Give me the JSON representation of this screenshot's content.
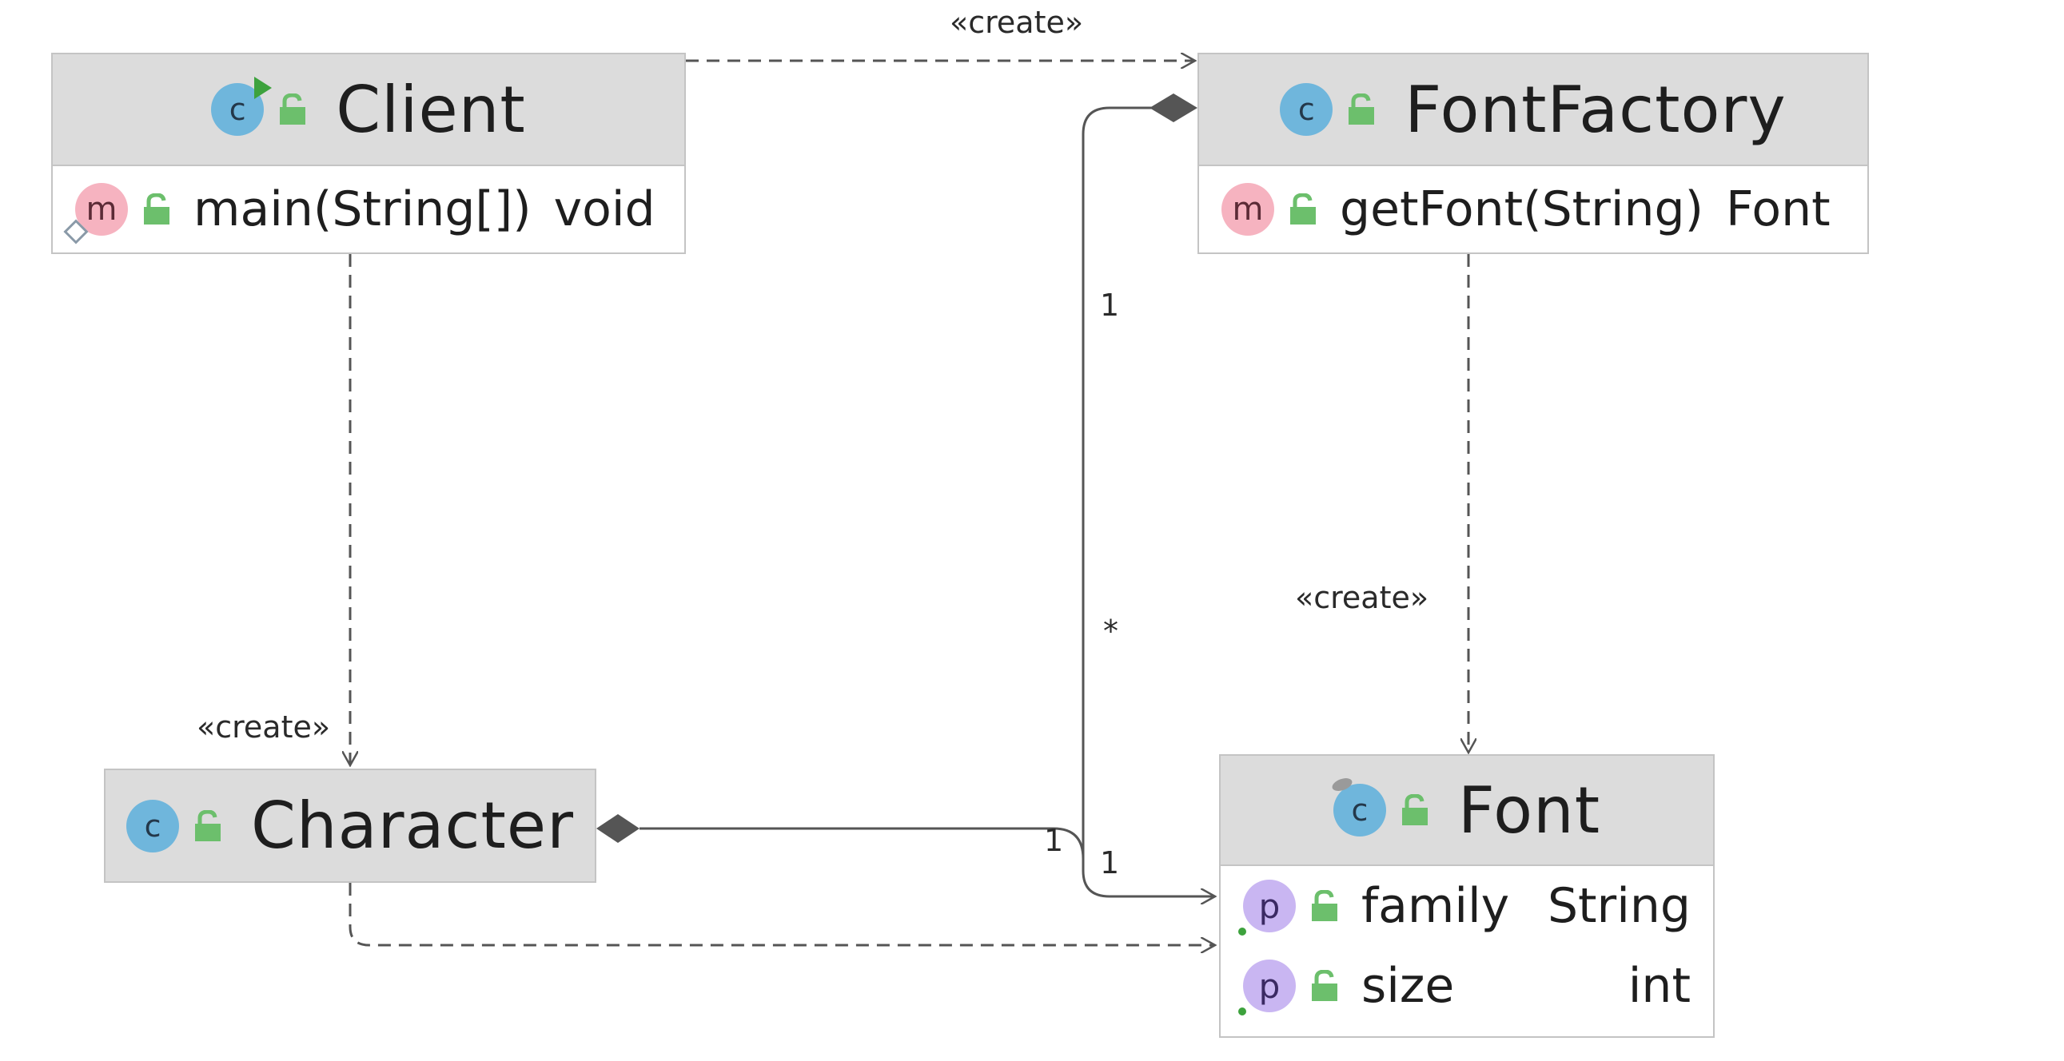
{
  "classes": {
    "client": {
      "name": "Client",
      "icon": "class-runnable-icon",
      "members": [
        {
          "kind": "method",
          "icon": "method-static-icon",
          "name": "main(String[])",
          "type": "void"
        }
      ]
    },
    "font_factory": {
      "name": "FontFactory",
      "icon": "class-icon",
      "members": [
        {
          "kind": "method",
          "icon": "method-icon",
          "name": "getFont(String)",
          "type": "Font"
        }
      ]
    },
    "character": {
      "name": "Character",
      "icon": "class-icon",
      "members": []
    },
    "font": {
      "name": "Font",
      "icon": "class-abstract-icon",
      "members": [
        {
          "kind": "property",
          "icon": "property-icon",
          "name": "family",
          "type": "String"
        },
        {
          "kind": "property",
          "icon": "property-icon",
          "name": "size",
          "type": "int"
        }
      ]
    }
  },
  "icon_letters": {
    "class": "c",
    "method": "m",
    "property": "p"
  },
  "relations": [
    {
      "from": "Client",
      "to": "FontFactory",
      "kind": "dependency",
      "label": "«create»"
    },
    {
      "from": "Client",
      "to": "Character",
      "kind": "dependency",
      "label": "«create»"
    },
    {
      "from": "FontFactory",
      "to": "Font",
      "kind": "dependency",
      "label": "«create»"
    },
    {
      "from": "Character",
      "to": "Font",
      "kind": "dependency",
      "label": ""
    },
    {
      "from": "FontFactory",
      "to": "Font",
      "kind": "composition",
      "source_multiplicity": "1",
      "target_multiplicity": "*"
    },
    {
      "from": "Character",
      "to": "Font",
      "kind": "composition",
      "source_multiplicity": "1",
      "target_multiplicity": "1"
    }
  ],
  "colors": {
    "header_bg": "#dcdcdc",
    "border": "#c4c4c4",
    "class_icon": "#6fb6dc",
    "method_icon": "#f6b3c0",
    "property_icon": "#c9b6f2",
    "lock": "#6cbf6c",
    "run_mark": "#3da23d",
    "edge": "#555555"
  }
}
